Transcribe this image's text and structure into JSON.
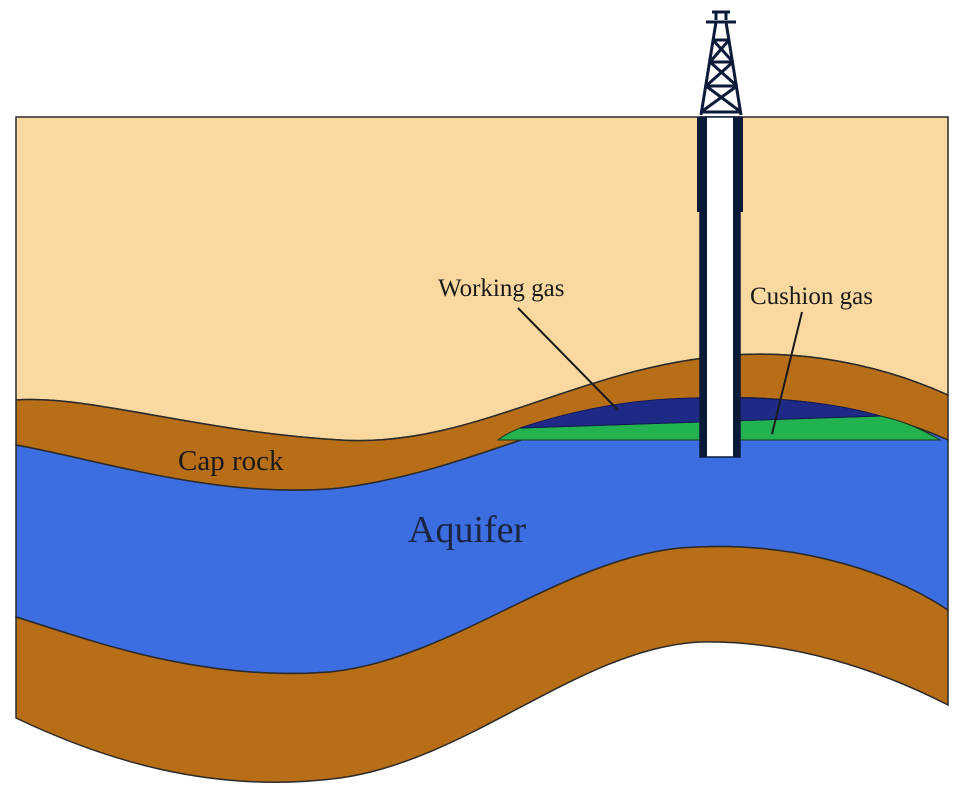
{
  "labels": {
    "working_gas": "Working gas",
    "cushion_gas": "Cushion gas",
    "cap_rock": "Cap rock",
    "aquifer": "Aquifer"
  },
  "colors": {
    "overburden": "#fad9a0",
    "cap_rock": "#b86e17",
    "aquifer": "#3c6ee2",
    "working_gas": "#1e2a86",
    "cushion_gas": "#22b24f",
    "outline": "#2a2a2a",
    "well_casing": "#0c1a3a",
    "well_bore": "#ffffff"
  }
}
